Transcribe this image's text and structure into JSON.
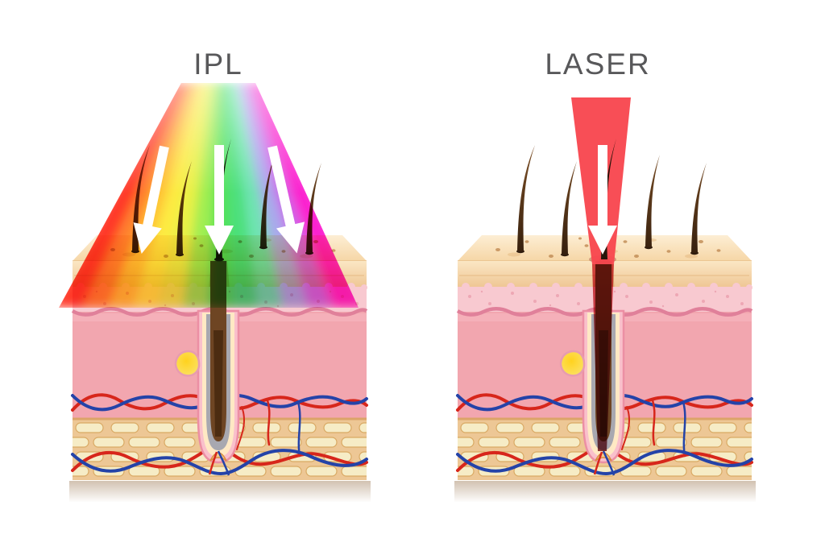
{
  "ipl_panel": {
    "title": "IPL",
    "light_type": "broad-spectrum pulsed light cone",
    "arrow_count": 3,
    "spectrum_colors": [
      "#ff2f1f",
      "#ff7a22",
      "#fec02c",
      "#fdea39",
      "#e8f13c",
      "#9bed47",
      "#49e14f",
      "#43df74",
      "#67e2ae",
      "#a4a6ea",
      "#c95fe8",
      "#fb16cd"
    ]
  },
  "laser_panel": {
    "title": "LASER",
    "light_type": "single-wavelength focused beam",
    "arrow_count": 1,
    "beam_color": "#f8474f",
    "beam_subsurface_color": "#70101a"
  },
  "skin": {
    "surface_color": "#f9e3bd",
    "epidermis_color": "#f3cd9c",
    "stratum_color": "#f8c9d0",
    "dermis_color": "#f2a6af",
    "fat_background_color": "#edc795",
    "fat_cell_color": "#f6ecc6",
    "vessel_red_color": "#d7261b",
    "vessel_blue_color": "#2443a8",
    "hair_color": "#4a2c12",
    "follicle_sheath_color": "#f9c0cb",
    "follicle_gray_color": "#a8a8b0",
    "sebaceous_gland_color": "#ffd428",
    "arrow_color": "#ffffff",
    "title_text_color": "#58585a"
  }
}
